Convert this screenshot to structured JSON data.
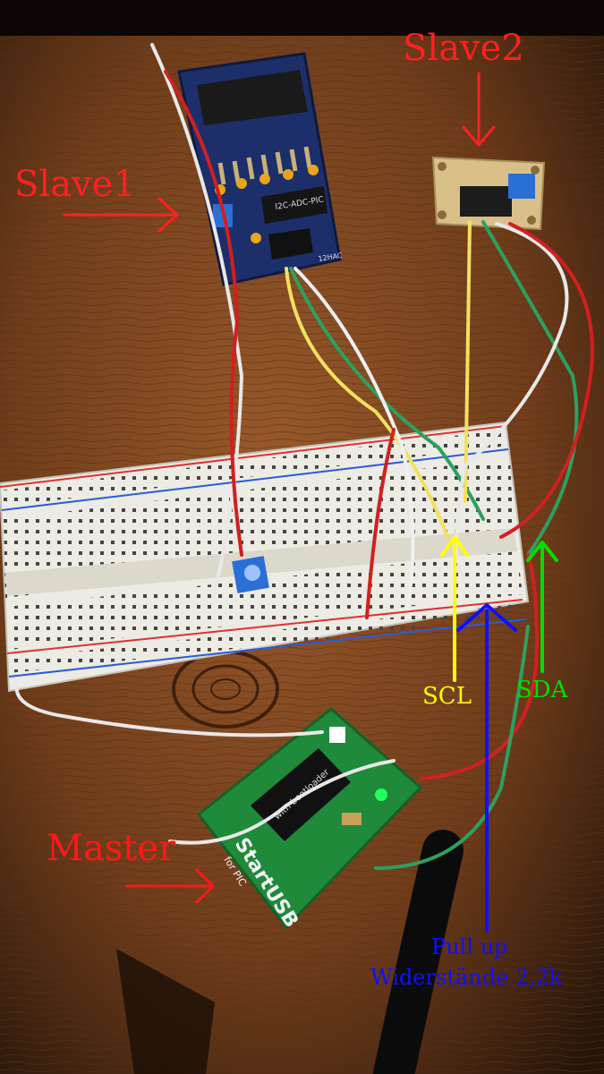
{
  "labels": {
    "slave1": "Slave1",
    "slave2": "Slave2",
    "master": "Master",
    "scl": "SCL",
    "sda": "SDA",
    "pullup_line1": "Pull up",
    "pullup_line2": "Widerstände 2,2k"
  },
  "board_text": {
    "slave1_chip": "I2C-ADC-PIC",
    "slave1_code": "12HAC",
    "master_brand": "StartUSB",
    "master_sub": "for PIC",
    "master_chip": "with bootloader"
  },
  "colors": {
    "label_red": "#ff2020",
    "scl_yellow": "#ffff00",
    "sda_green": "#00e000",
    "pullup_blue": "#1010ff",
    "wood": "#7a4520",
    "pcb_blue": "#1c2f6b",
    "pcb_green": "#1f8a3a"
  }
}
